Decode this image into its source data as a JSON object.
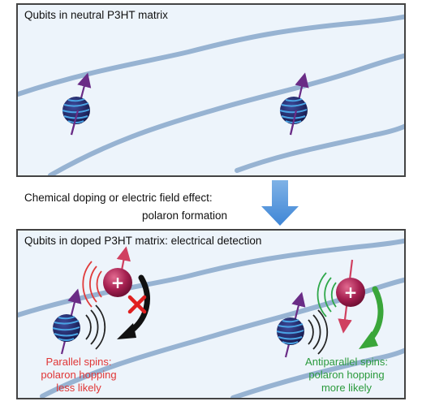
{
  "top_panel": {
    "title": "Qubits in neutral P3HT matrix"
  },
  "caption": {
    "line1": "Chemical doping or electric field effect:",
    "line2": "polaron formation"
  },
  "bottom_panel": {
    "title": "Qubits in doped P3HT matrix:  electrical detection",
    "polaron_symbol": "+",
    "parallel": {
      "line1": "Parallel spins:",
      "line2": "polaron hopping",
      "line3": "less likely"
    },
    "antiparallel": {
      "line1": "Antiparallel spins:",
      "line2": "polaron hopping",
      "line3": "more likely"
    }
  },
  "colors": {
    "chain": "#97b3d2",
    "qubit": "#27306e",
    "qubit_stripe": "#4aa3e4",
    "spin_arrow": "#6a2c86",
    "polaron": "#b02555",
    "polaron_spin": "#d04060",
    "hop_blocked": "#111111",
    "hop_allowed": "#3aa63a",
    "cross": "#e02020",
    "transition_arrow": "#4a8fd8"
  }
}
